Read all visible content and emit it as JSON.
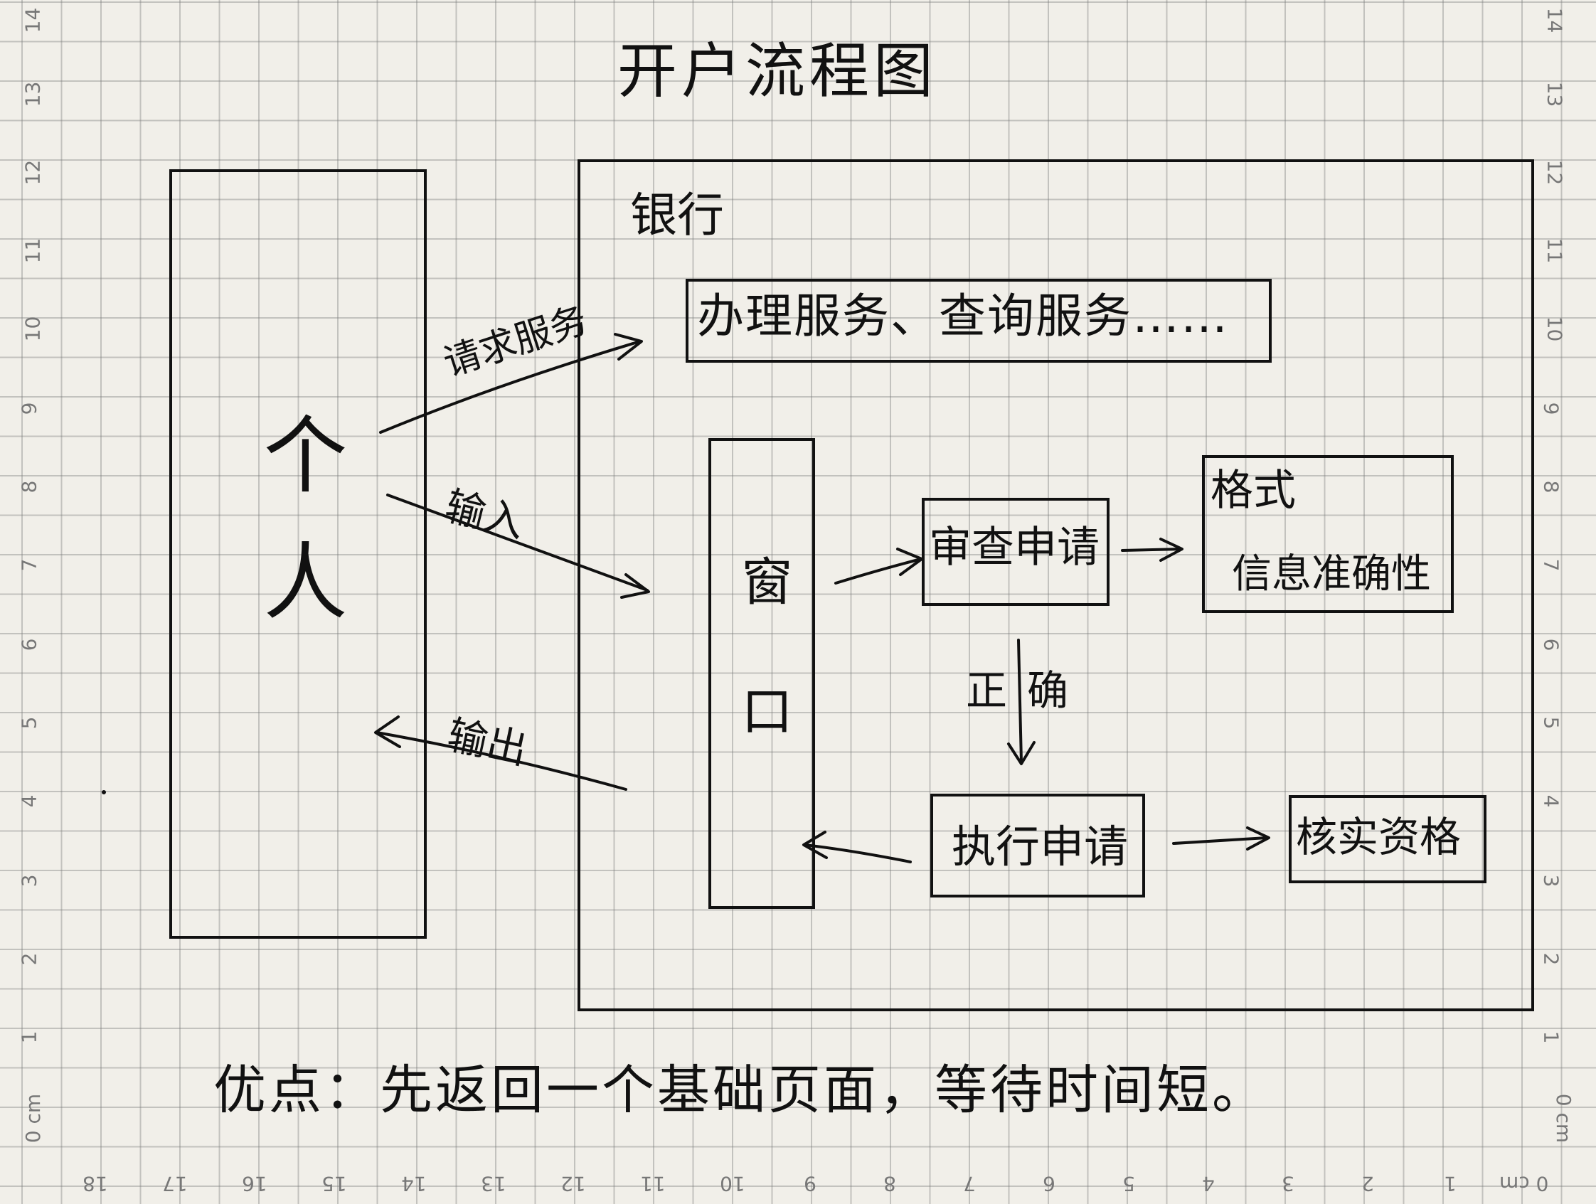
{
  "title": "开户流程图",
  "person_label": "个人",
  "bank_label": "银行",
  "services_box": "办理服务、查询服务……",
  "window_label": "窗口",
  "review_box": "审查申请",
  "check_box": {
    "line1": "格式",
    "line2": "信息准确性"
  },
  "correct_label": "正确",
  "execute_box": "执行申请",
  "qualify_box": "核实资格",
  "arrow_labels": {
    "request": "请求服务",
    "input": "输入",
    "output": "输出"
  },
  "footer": "优点：先返回一个基础页面，等待时间短。",
  "ruler": {
    "side_numbers": [
      "14",
      "13",
      "12",
      "11",
      "10",
      "9",
      "8",
      "7",
      "6",
      "5",
      "4",
      "3",
      "2",
      "1",
      "0 cm"
    ],
    "bottom_numbers": [
      "18",
      "17",
      "16",
      "15",
      "14",
      "13",
      "12",
      "11",
      "10",
      "9",
      "8",
      "7",
      "6",
      "5",
      "4",
      "3",
      "2",
      "1",
      "0 cm"
    ]
  }
}
